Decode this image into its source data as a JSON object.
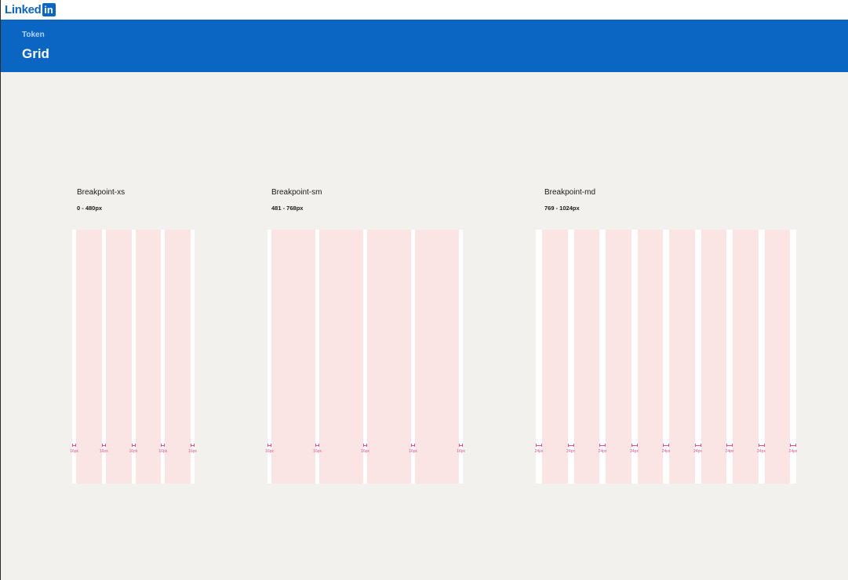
{
  "brand": {
    "logo_word": "Linked",
    "logo_mark": "in"
  },
  "header": {
    "eyebrow": "Token",
    "title": "Grid"
  },
  "breakpoints": [
    {
      "name": "Breakpoint-xs",
      "range": "0 - 480px",
      "columns": 4,
      "gutter_label": "16px"
    },
    {
      "name": "Breakpoint-sm",
      "range": "481 - 768px",
      "columns": 4,
      "gutter_label": "16px"
    },
    {
      "name": "Breakpoint-md",
      "range": "769 - 1024px",
      "columns": 8,
      "gutter_label": "24px"
    }
  ],
  "colors": {
    "brand_blue": "#0a66c2",
    "column_fill": "#fbe4e4",
    "gutter_marker": "#e0508b",
    "canvas": "#f2f1ee"
  }
}
